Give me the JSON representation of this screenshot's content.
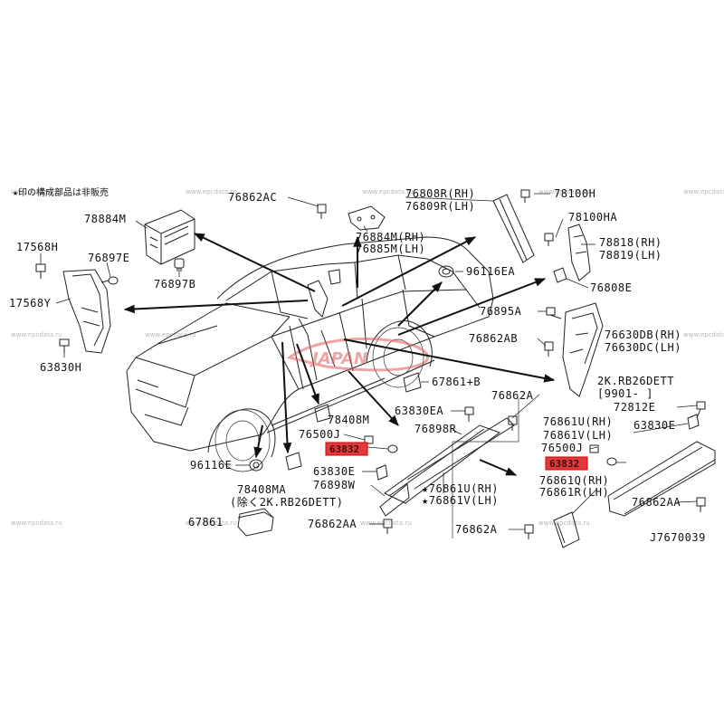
{
  "note": "★印の構成部品は非販売",
  "watermark": "www.epcdata.ru",
  "brand_watermark": "JAPAN",
  "diagram_id": "J7670039",
  "labels": {
    "p76862AC": "76862AC",
    "p78884M": "78884M",
    "p17568H": "17568H",
    "p76897E": "76897E",
    "p17568Y": "17568Y",
    "p76897B": "76897B",
    "p63830H": "63830H",
    "p76884M": "76884M(RH)",
    "p76885M": "76885M(LH)",
    "p76808R": "76808R(RH)",
    "p76809R": "76809R(LH)",
    "p78100H": "78100H",
    "p78100HA": "78100HA",
    "p78818": "78818(RH)",
    "p78819": "78819(LH)",
    "p96116EA": "96116EA",
    "p76808E": "76808E",
    "p76895A": "76895A",
    "p76862AB": "76862AB",
    "p76630DB": "76630DB(RH)",
    "p76630DC": "76630DC(LH)",
    "p67861B": "67861+B",
    "p2KRB": "2K.RB26DETT",
    "p9901": "[9901-      ]",
    "p72812E": "72812E",
    "p76862A1": "76862A",
    "p63830EA": "63830EA",
    "p78408M": "78408M",
    "p76500J1": "76500J",
    "p76898R": "76898R",
    "p63832_1": "63832",
    "p96116E": "96116E",
    "p63830E1": "63830E",
    "p76898W": "76898W",
    "p76861U1": "★76861U(RH)",
    "p76861V1": "★76861V(LH)",
    "p78408MA": "78408MA",
    "pExcl": "(除く2K.RB26DETT)",
    "p67861": "67861",
    "p76862AA1": "76862AA",
    "p76861U2": "76861U(RH)",
    "p76861V2": "76861V(LH)",
    "p63830E2": "63830E",
    "p76500J2": "76500J",
    "p63832_2": "63832",
    "p76861Q": "76861Q(RH)",
    "p76861R": "76861R(LH)",
    "p76862AA2": "76862AA",
    "p76862A2": "76862A"
  }
}
